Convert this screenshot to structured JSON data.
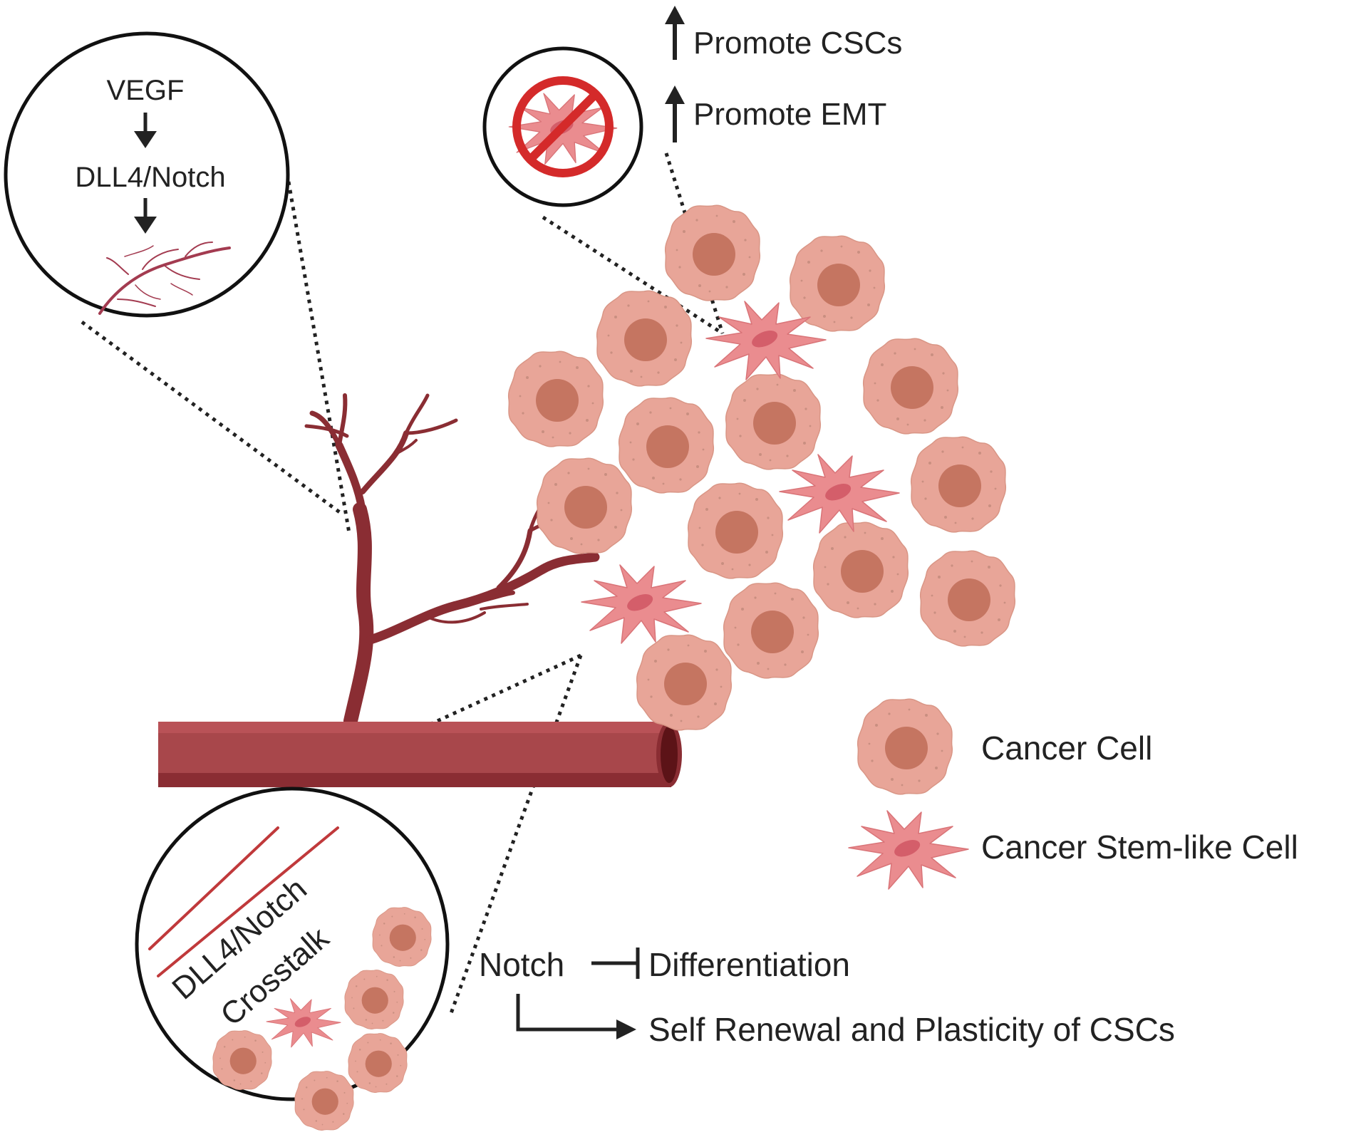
{
  "colors": {
    "vessel_main": "#a8474b",
    "vessel_dark": "#8a2d33",
    "vessel_light": "#b95257",
    "vessel_lumen": "#5c1317",
    "capillary": "#a33b50",
    "cancer_cell_body": "#e8a598",
    "cancer_cell_nucleus": "#c57561",
    "cancer_cell_dot": "#c98f81",
    "csc_body": "#ea8c8f",
    "csc_nucleus": "#d45e6a",
    "inhibit_red": "#d42a2a",
    "text": "#222222",
    "arrow": "#222222"
  },
  "labels": {
    "vegf": "VEGF",
    "dll4_notch_top": "DLL4/Notch",
    "promote_cscs": "Promote CSCs",
    "promote_emt": "Promote EMT",
    "legend_cancer_cell": "Cancer Cell",
    "legend_csc": "Cancer Stem-like Cell",
    "notch": "Notch",
    "differentiation": "Differentiation",
    "self_renewal": "Self Renewal and Plasticity of CSCs",
    "crosstalk_dll4": "DLL4/Notch",
    "crosstalk_word": "Crosstalk"
  },
  "icons": {
    "up_arrow": "up-arrow-icon",
    "down_arrow": "down-arrow-icon",
    "prohibition": "prohibition-icon",
    "inhibition": "inhibition-bar-icon"
  }
}
